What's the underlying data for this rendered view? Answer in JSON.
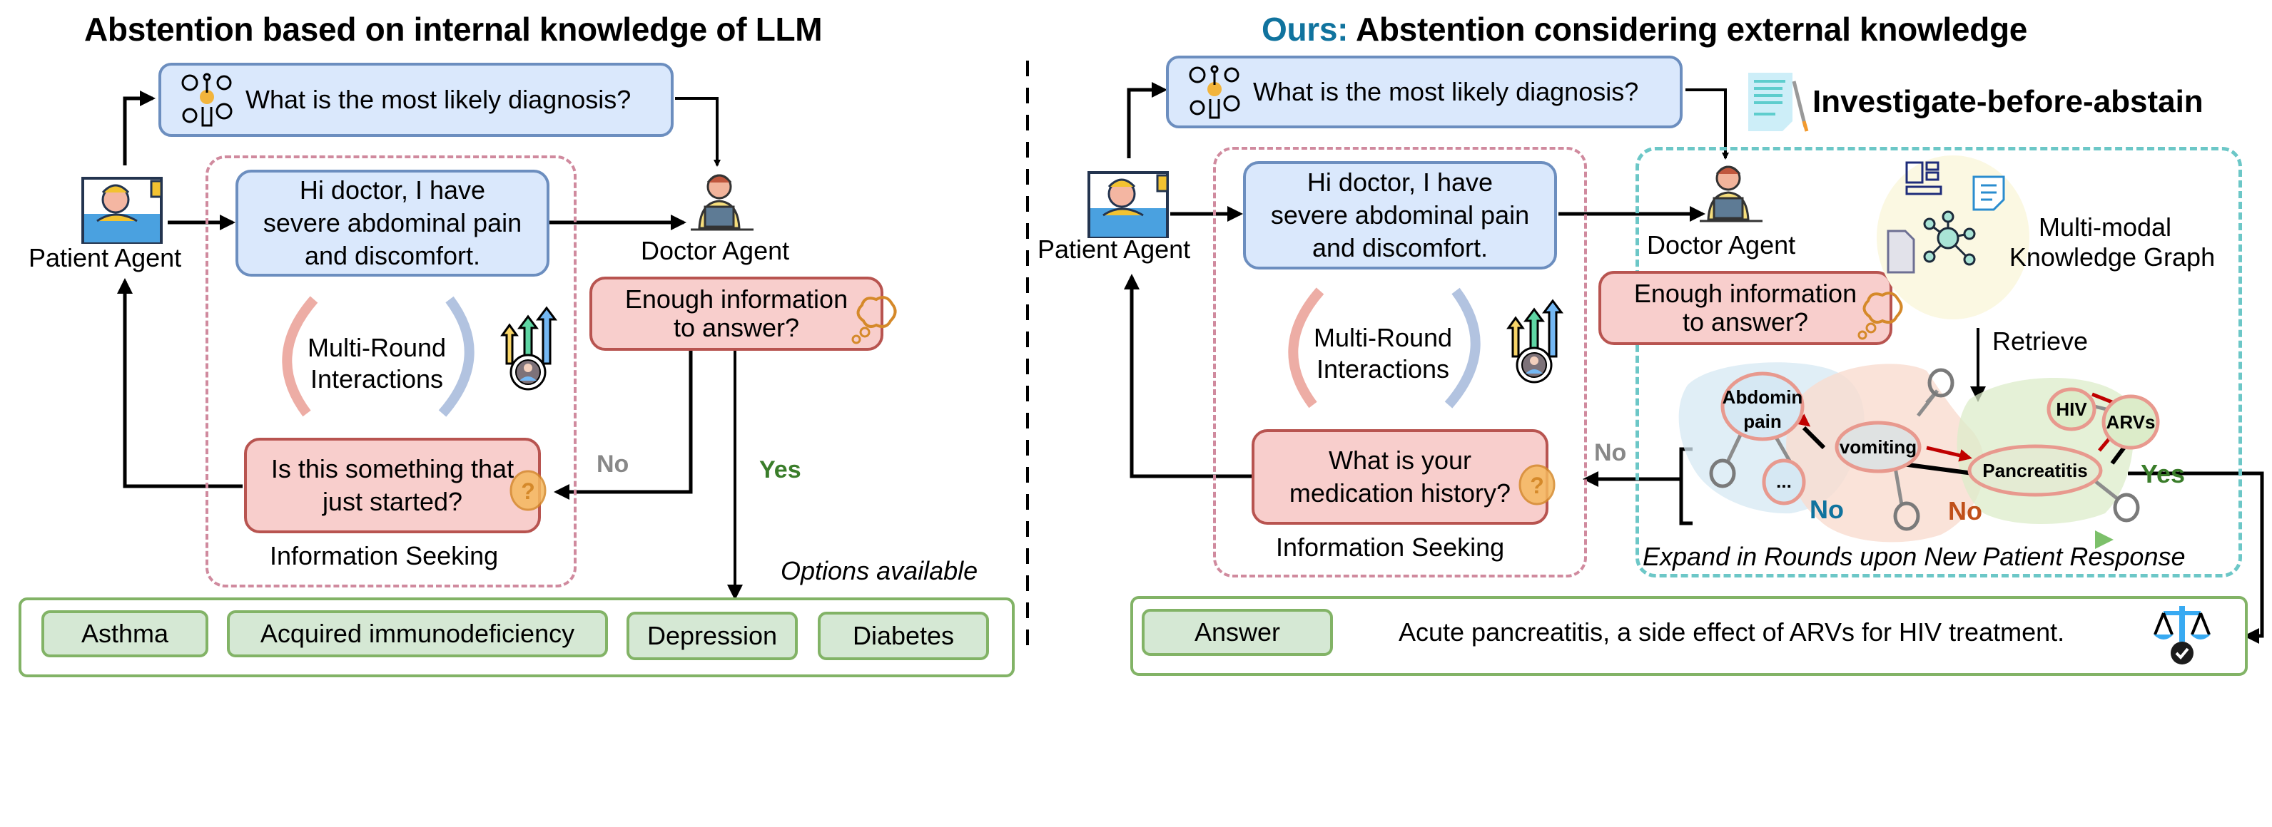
{
  "left": {
    "title": "Abstention based on internal knowledge of LLM",
    "question": "What is the most likely diagnosis?",
    "patient_label": "Patient Agent",
    "doctor_label": "Doctor Agent",
    "patient_message": [
      "Hi doctor, I have",
      "severe abdominal pain",
      "and discomfort."
    ],
    "multi_round": [
      "Multi-Round",
      "Interactions"
    ],
    "enough_info": [
      "Enough information",
      "to answer?"
    ],
    "followup_question": [
      "Is this something that",
      "just started?"
    ],
    "info_seeking": "Information Seeking",
    "no_label": "No",
    "yes_label": "Yes",
    "options_caption": "Options available",
    "options": [
      "Asthma",
      "Acquired immunodeficiency",
      "Depression",
      "Diabetes"
    ]
  },
  "right": {
    "title_prefix": "Ours:",
    "title_rest": " Abstention considering external knowledge",
    "question": "What is the most likely diagnosis?",
    "investigate_label": "Investigate-before-abstain",
    "patient_label": "Patient Agent",
    "doctor_label": "Doctor Agent",
    "patient_message": [
      "Hi doctor, I have",
      "severe abdominal pain",
      "and discomfort."
    ],
    "multi_round": [
      "Multi-Round",
      "Interactions"
    ],
    "enough_info": [
      "Enough information",
      "to answer?"
    ],
    "followup_question": [
      "What is your",
      "medication history?"
    ],
    "info_seeking": "Information Seeking",
    "kg_label": [
      "Multi-modal",
      "Knowledge Graph"
    ],
    "retrieve_label": "Retrieve",
    "no_label": "No",
    "kg_nodes": {
      "abdomin_pain": [
        "Abdomin",
        "pain"
      ],
      "vomiting": "vomiting",
      "pancreatitis": "Pancreatitis",
      "hiv": "HIV",
      "arvs": "ARVs",
      "ellipsis": "..."
    },
    "round_labels": [
      {
        "text": "No",
        "color": "#10739e"
      },
      {
        "text": "No",
        "color": "#c0501a"
      },
      {
        "text": "Yes",
        "color": "#3a7d2a"
      }
    ],
    "expand_caption": "Expand in Rounds upon New Patient Response",
    "answer_label": "Answer",
    "answer_text": "Acute pancreatitis, a side effect of ARVs for HIV treatment."
  },
  "colors": {
    "ours_accent": "#10739e",
    "no_gray": "#888888",
    "yes_green": "#3a7d2a"
  }
}
